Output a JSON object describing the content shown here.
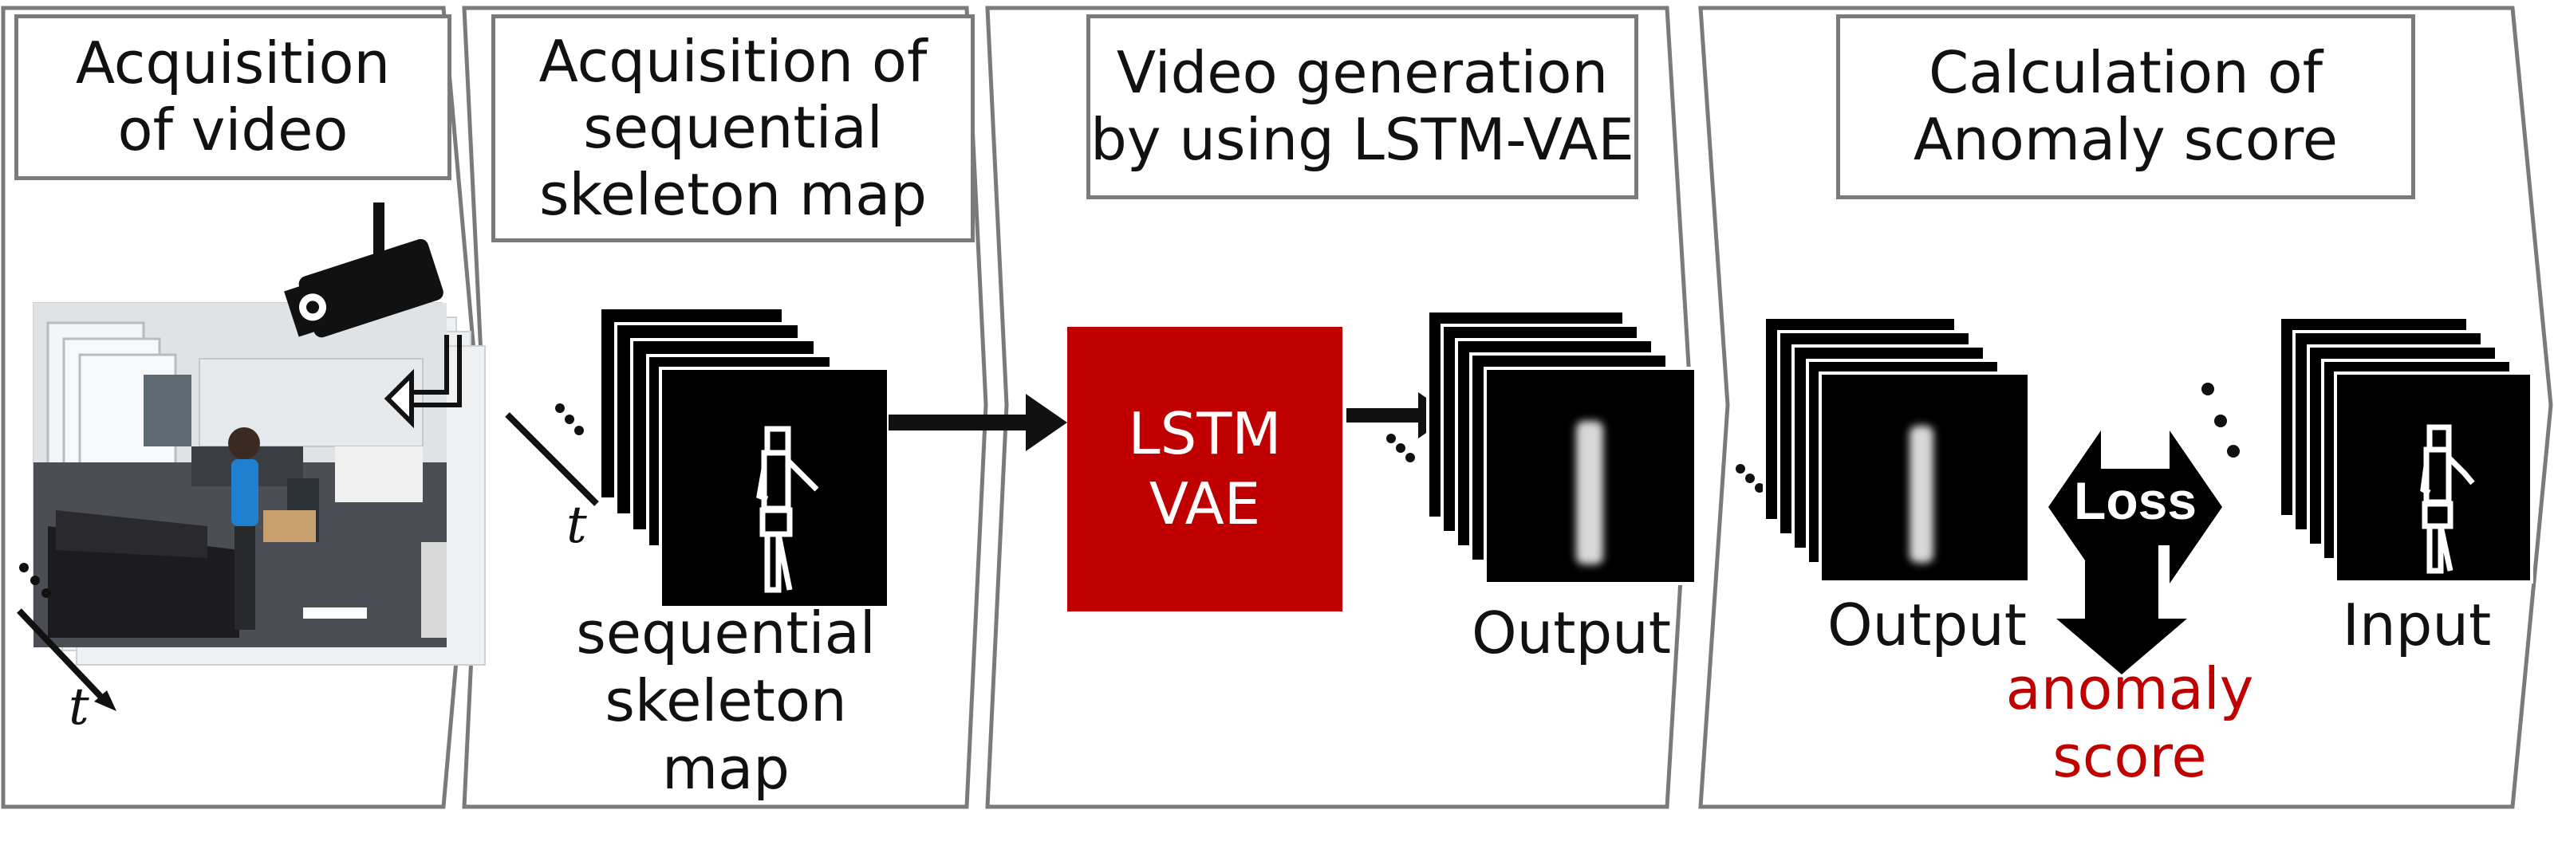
{
  "panels": [
    {
      "title_lines": [
        "Acquisition",
        "of video"
      ]
    },
    {
      "title_lines": [
        "Acquisition of",
        "sequential",
        "skeleton map"
      ]
    },
    {
      "title_lines": [
        "Video generation",
        "by using LSTM-VAE"
      ]
    },
    {
      "title_lines": [
        "Calculation of",
        "Anomaly score"
      ]
    }
  ],
  "time_label": "t",
  "skeleton_caption": [
    "sequential",
    "skeleton",
    "map"
  ],
  "model": {
    "line1": "LSTM",
    "line2": "VAE"
  },
  "output_label": "Output",
  "score_output_label": "Output",
  "input_label": "Input",
  "loss_label": "Loss",
  "anomaly_score": [
    "anomaly",
    "score"
  ],
  "colors": {
    "accent_red": "#c00000",
    "panel_border": "#7a7a7a",
    "frame_black": "#000000",
    "skeleton_white": "#ffffff"
  },
  "icons": [
    "surveillance-camera-icon",
    "return-arrow-icon"
  ]
}
